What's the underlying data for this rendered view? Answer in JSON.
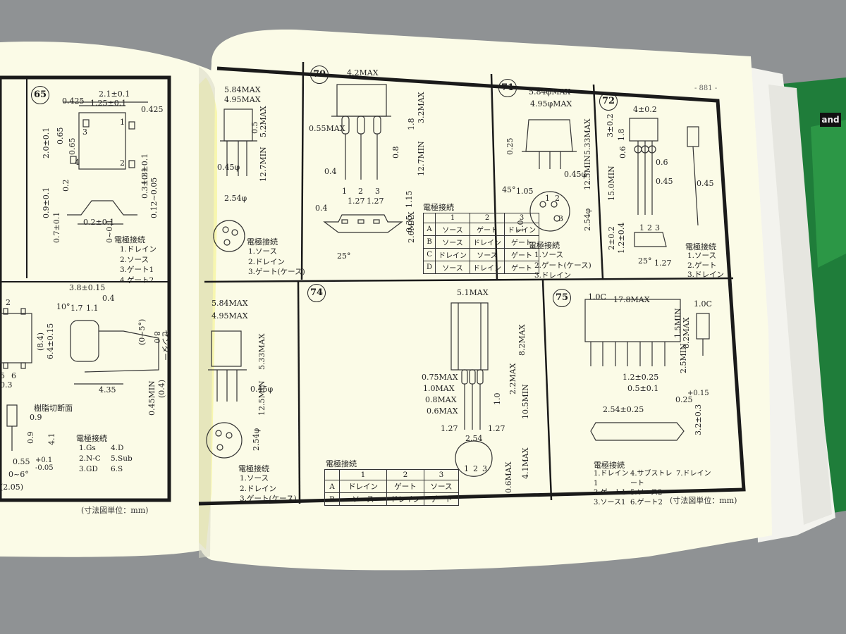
{
  "page": {
    "header_number": "- 881 -",
    "brand_text": "and",
    "unit_note": "(寸法図単位：mm)"
  },
  "left_page": {
    "pkg65": {
      "number": "65",
      "dims": [
        "2.1±0.1",
        "1.25±0.1",
        "0.425",
        "0.425",
        "2.0±0.1",
        "0.65",
        "0.65",
        "1.3±0.1",
        "0.2",
        "0.3±0.1",
        "0.9±0.1",
        "0.7±0.1",
        "0.2±0.1",
        "0.12~0.05",
        "0~0.1"
      ],
      "pin_numbers": [
        "3",
        "4",
        "1",
        "2"
      ],
      "pins_title": "電極接続",
      "pins": [
        "1.ドレイン",
        "2.ソース",
        "3.ゲート1",
        "4.ゲート2"
      ]
    },
    "pkg_lower": {
      "dims": [
        "3.8±0.15",
        "0.4",
        "10°",
        "1.7",
        "1.1",
        "(8.4)",
        "6.4±0.15",
        "(0~5°)",
        "8.0",
        "センター",
        "(0.4)",
        "0.45MIN",
        "4.35",
        "0.3",
        "0.9",
        "0.9",
        "4.1",
        "0.55",
        "+0.1",
        "-0.05",
        "0~6°",
        "(2.05)",
        "5",
        "2",
        "6"
      ],
      "resin_note": "樹脂切断面",
      "pins_title": "電極接続",
      "pins": [
        "1.Gs",
        "2.N-C",
        "3.GD",
        "4.D",
        "5.Sub",
        "6.S"
      ]
    }
  },
  "right_page": {
    "pkg_top_left": {
      "dims": [
        "5.84MAX",
        "4.95MAX",
        "0.5",
        "5.2MAX",
        "0.45φ",
        "12.7MIN",
        "2.54φ"
      ],
      "pins_title": "電極接続",
      "pins": [
        "1.ソース",
        "2.ドレイン",
        "3.ゲート(ケース)"
      ]
    },
    "pkg70": {
      "number": "70",
      "dims": [
        "4.2MAX",
        "3.2MAX",
        "1.8",
        "0.55MAX",
        "0.8",
        "12.7MIN",
        "0.4",
        "1.27",
        "1.27",
        "1.15",
        "0.35",
        "0.4",
        "2.6MAX",
        "25°"
      ],
      "pin_numbers": [
        "1",
        "2",
        "3"
      ],
      "pins_title": "電極接続",
      "table_header": [
        "",
        "1",
        "2",
        "3"
      ],
      "table_rows": [
        [
          "A",
          "ソース",
          "ゲート",
          "ドレイン"
        ],
        [
          "B",
          "ソース",
          "ドレイン",
          "ゲート"
        ],
        [
          "C",
          "ドレイン",
          "ソース",
          "ゲート"
        ],
        [
          "D",
          "ソース",
          "ドレイン",
          "ゲート"
        ]
      ]
    },
    "pkg71": {
      "number": "71",
      "dims": [
        "5.84φMAX",
        "4.95φMAX",
        "0.25",
        "5.33MAX",
        "12.5MIN",
        "0.45φ",
        "45°",
        "1.05",
        "1.0",
        "2.54φ"
      ],
      "pin_numbers": [
        "1",
        "2",
        "3"
      ],
      "pins_title": "電極接続",
      "pins": [
        "1.ソース",
        "2.ゲート(ケース)",
        "3.ドレイン"
      ]
    },
    "pkg72": {
      "number": "72",
      "dims": [
        "4±0.2",
        "3±0.2",
        "1.8",
        "0.6",
        "0.6",
        "15.0MIN",
        "0.45",
        "0.45",
        "2±0.2",
        "1.2±0.4",
        "25°",
        "1.27"
      ],
      "pin_numbers": [
        "1",
        "2",
        "3"
      ],
      "pins_title": "電極接続",
      "pins": [
        "1.ソース",
        "2.ゲート",
        "3.ドレイン"
      ]
    },
    "pkg73": {
      "dims": [
        "5.84MAX",
        "4.95MAX",
        "5.33MAX",
        "12.5MIN",
        "0.45φ",
        "2.54φ"
      ],
      "pins_title": "電極接続",
      "pins": [
        "1.ソース",
        "2.ドレイン",
        "3.ゲート(ケース)"
      ]
    },
    "pkg74": {
      "number": "74",
      "dims": [
        "5.1MAX",
        "8.2MAX",
        "2.2MAX",
        "10.5MIN",
        "1.0",
        "0.75MAX",
        "1.0MAX",
        "0.8MAX",
        "0.6MAX",
        "1.27",
        "1.27",
        "2.54",
        "4.1MAX",
        "0.6MAX"
      ],
      "pin_numbers": [
        "1",
        "2",
        "3"
      ],
      "pins_title": "電極接続",
      "table_header": [
        "",
        "1",
        "2",
        "3"
      ],
      "table_rows": [
        [
          "A",
          "ドレイン",
          "ゲート",
          "ソース"
        ],
        [
          "B",
          "ソース",
          "ドレイン",
          "ゲート"
        ]
      ]
    },
    "pkg75": {
      "number": "75",
      "dims": [
        "17.8MAX",
        "1.0C",
        "1.0C",
        "1.5MIN",
        "8.2MAX",
        "2.5MIN",
        "1.2±0.25",
        "0.5±0.1",
        "2.54±0.25",
        "0.25",
        "+0.15",
        "3.2±0.3"
      ],
      "pins_title": "電極接続",
      "pins": [
        "1.ドレイン1",
        "2.ゲート1",
        "3.ソース1",
        "4.サブストレート",
        "5.ソース2",
        "6.ゲート2",
        "7.ドレイン"
      ]
    }
  }
}
